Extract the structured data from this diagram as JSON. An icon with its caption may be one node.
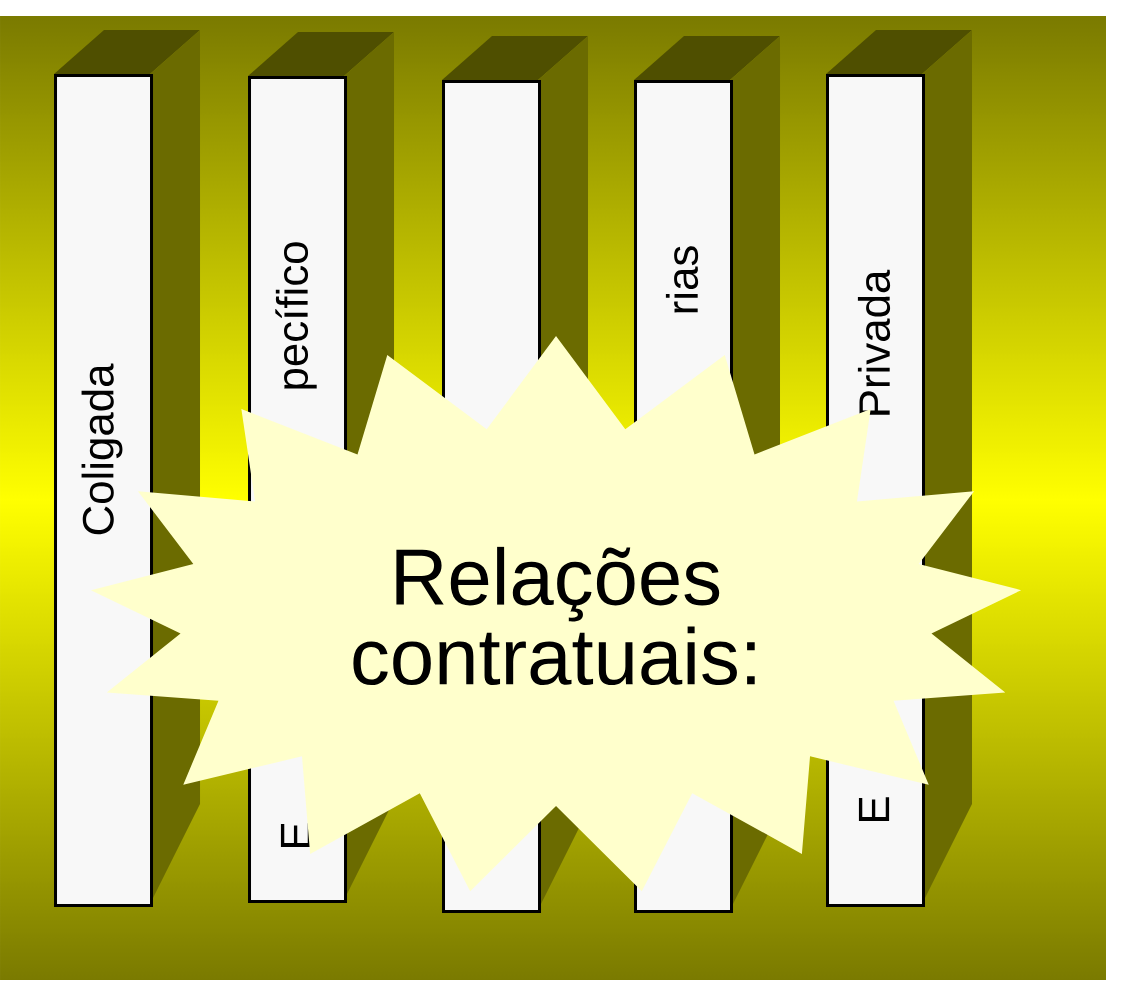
{
  "diagram": {
    "nodes": [
      {
        "text": [
          "Coligada"
        ]
      },
      {
        "text": [
          "E",
          "pecífico"
        ]
      },
      {
        "text": [],
        "shape": "box"
      },
      {
        "text": [
          "rias"
        ]
      },
      {
        "text": [
          "E",
          "Privada"
        ]
      },
      {
        "text": [
          "Relações contratuais:"
        ]
      }
    ]
  }
}
